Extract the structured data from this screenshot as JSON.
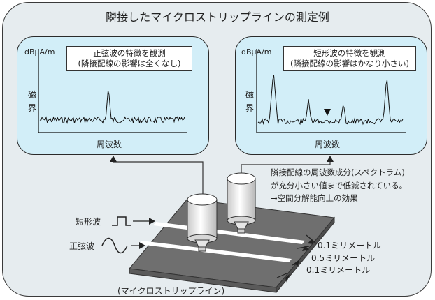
{
  "title": "隣接したマイクロストリップラインの測定例",
  "left_plot": {
    "unit": "dBμA/m",
    "y_label": "磁界",
    "x_label": "周波数",
    "note_line1": "正弦波の特徴を観測",
    "note_line2": "(隣接配線の影響は全くなし)"
  },
  "right_plot": {
    "unit": "dBμA/m",
    "y_label": "磁界",
    "x_label": "周波数",
    "note_line1": "短形波の特徴を観測",
    "note_line2": "(隣接配線の影響はかなり小さい)"
  },
  "description": {
    "line1": "隣接配線の周波数成分(スペクトラム)",
    "line2": "が充分小さい値まで低減されている。",
    "line3": "→空間分解能向上の効果"
  },
  "signals": {
    "square_label": "短形波",
    "sine_label": "正弦波"
  },
  "dimensions": {
    "d1": "0.1ミリメートル",
    "d2": "0.5ミリメートル",
    "d3": "0.1ミリメートル"
  },
  "board_caption": "(マイクロストリップライン)"
}
